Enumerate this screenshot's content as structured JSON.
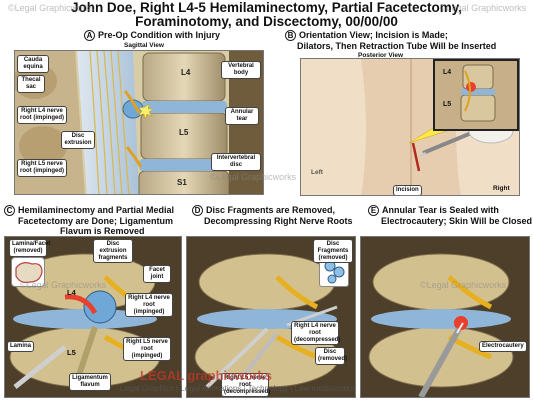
{
  "watermark": "©Legal Graphicworks",
  "title": {
    "line1": "John Doe, Right L4-5 Hemilaminectomy, Partial Facetectomy,",
    "line2": "Foraminotomy, and Discectomy, 00/00/00"
  },
  "panels": {
    "a": {
      "letter": "A",
      "title": "Pre-Op Condition with Injury",
      "subtitle": "Sagittal View",
      "labels": {
        "cauda": "Cauda equina",
        "thecal": "Thecal sac",
        "l4root": "Right L4 nerve root (impinged)",
        "disc_ext": "Disc extrusion",
        "l5root": "Right L5 nerve root (impinged)",
        "l4": "L4",
        "l5": "L5",
        "s1": "S1",
        "vertebral": "Vertebral body",
        "annular": "Annular tear",
        "ivdisc": "Intervertebral disc"
      }
    },
    "b": {
      "letter": "B",
      "title": "Orientation View; Incision is Made;",
      "title2": "Dilators, Then Retraction Tube Will be Inserted",
      "subtitle": "Posterior View",
      "labels": {
        "left": "Left",
        "incision": "Incision",
        "right": "Right",
        "l4": "L4",
        "l5": "L5"
      }
    },
    "c": {
      "letter": "C",
      "title": "Hemilaminectomy and Partial Medial",
      "title2": "Facetectomy are Done; Ligamentum",
      "title3": "Flavum is Removed",
      "labels": {
        "lamina_facet": "Lamina/Facet (removed)",
        "disc_frag": "Disc extrusion fragments",
        "facet": "Facet joint",
        "l4root": "Right L4 nerve root (impinged)",
        "l5root": "Right L5 nerve root (impinged)",
        "lamina": "Lamina",
        "lig": "Ligamentum flavum",
        "l4": "L4",
        "l5": "L5"
      }
    },
    "d": {
      "letter": "D",
      "title": "Disc Fragments are Removed,",
      "title2": "Decompressing Right Nerve Roots",
      "labels": {
        "frag": "Disc Fragments (removed)",
        "l4root": "Right L4 nerve root (decompressed)",
        "disc": "Disc (removed)",
        "l5root": "Right L5 nerve root (decompressed)"
      }
    },
    "e": {
      "letter": "E",
      "title": "Annular Tear is Sealed with",
      "title2": "Electrocautery; Skin Will be Closed",
      "labels": {
        "electro": "Electrocautery"
      }
    }
  },
  "footer": {
    "logo": "LEGAL graphicworks",
    "text": "Legal Graphics  |  Legal Animations  |  Technology  |  Law  mediaworks"
  }
}
